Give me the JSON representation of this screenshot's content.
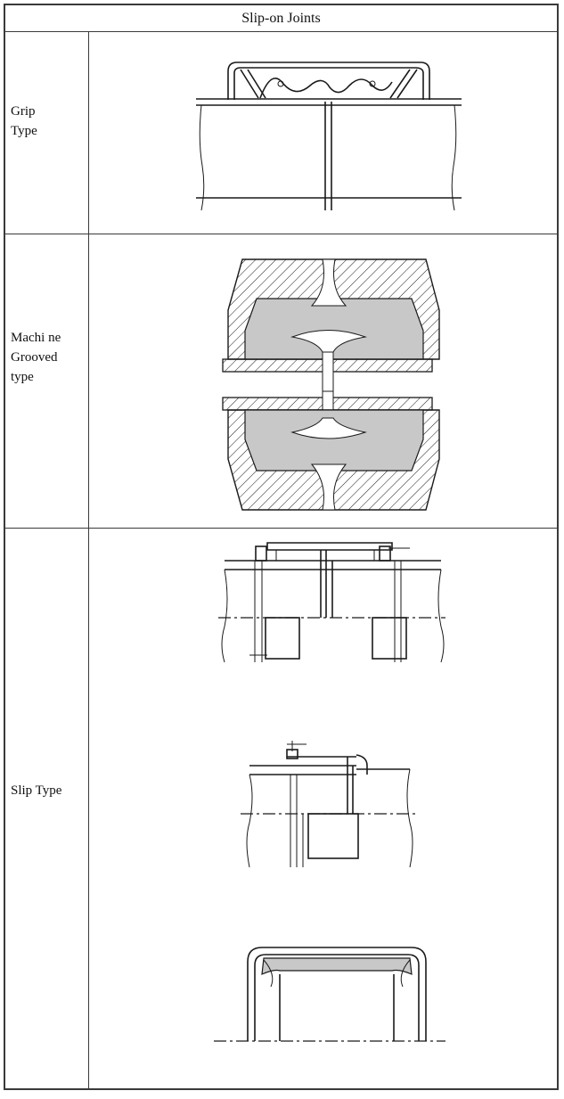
{
  "table": {
    "title": "Slip-on Joints",
    "rows": [
      {
        "label_lines": [
          "Grip",
          "Type"
        ],
        "figure": "grip-type-joint-drawing"
      },
      {
        "label_lines": [
          "Machi ne",
          "Grooved",
          "type"
        ],
        "figure": "machine-grooved-joint-drawing"
      },
      {
        "label_lines": [
          "Slip Type"
        ],
        "figure": "slip-type-joint-drawings"
      }
    ]
  }
}
